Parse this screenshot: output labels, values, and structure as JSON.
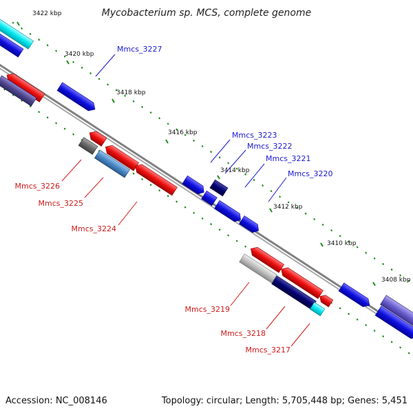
{
  "title": "Mycobacterium sp. MCS, complete genome",
  "footer": {
    "accession": "Accession: NC_008146",
    "summary": "Topology: circular; Length: 5,705,448 bp; Genes: 5,451"
  },
  "ticks": [
    "3422 kbp",
    "3420 kbp",
    "3418 kbp",
    "3416 kbp",
    "3414 kbp",
    "3412 kbp",
    "3410 kbp",
    "3408 kbp"
  ],
  "genes_plus": [
    "Mmcs_3227",
    "Mmcs_3223",
    "Mmcs_3222",
    "Mmcs_3221",
    "Mmcs_3220"
  ],
  "genes_minus": [
    "Mmcs_3226",
    "Mmcs_3225",
    "Mmcs_3224",
    "Mmcs_3219",
    "Mmcs_3218",
    "Mmcs_3217"
  ],
  "colors": {
    "plus_label": "#1a1ad0",
    "minus_label": "#d01a1a",
    "plus_gene": "#1010e0",
    "minus_gene": "#ee1010",
    "navy_gene": "#000070",
    "cyan_gene": "#00e8f0",
    "gray_gene": "#6a6a6a",
    "lightgray_gene": "#c0c0c0",
    "steel_gene": "#4a8ac8",
    "slate_gene": "#504890",
    "backbone": "#808080",
    "tick": "#1a8a1a"
  }
}
